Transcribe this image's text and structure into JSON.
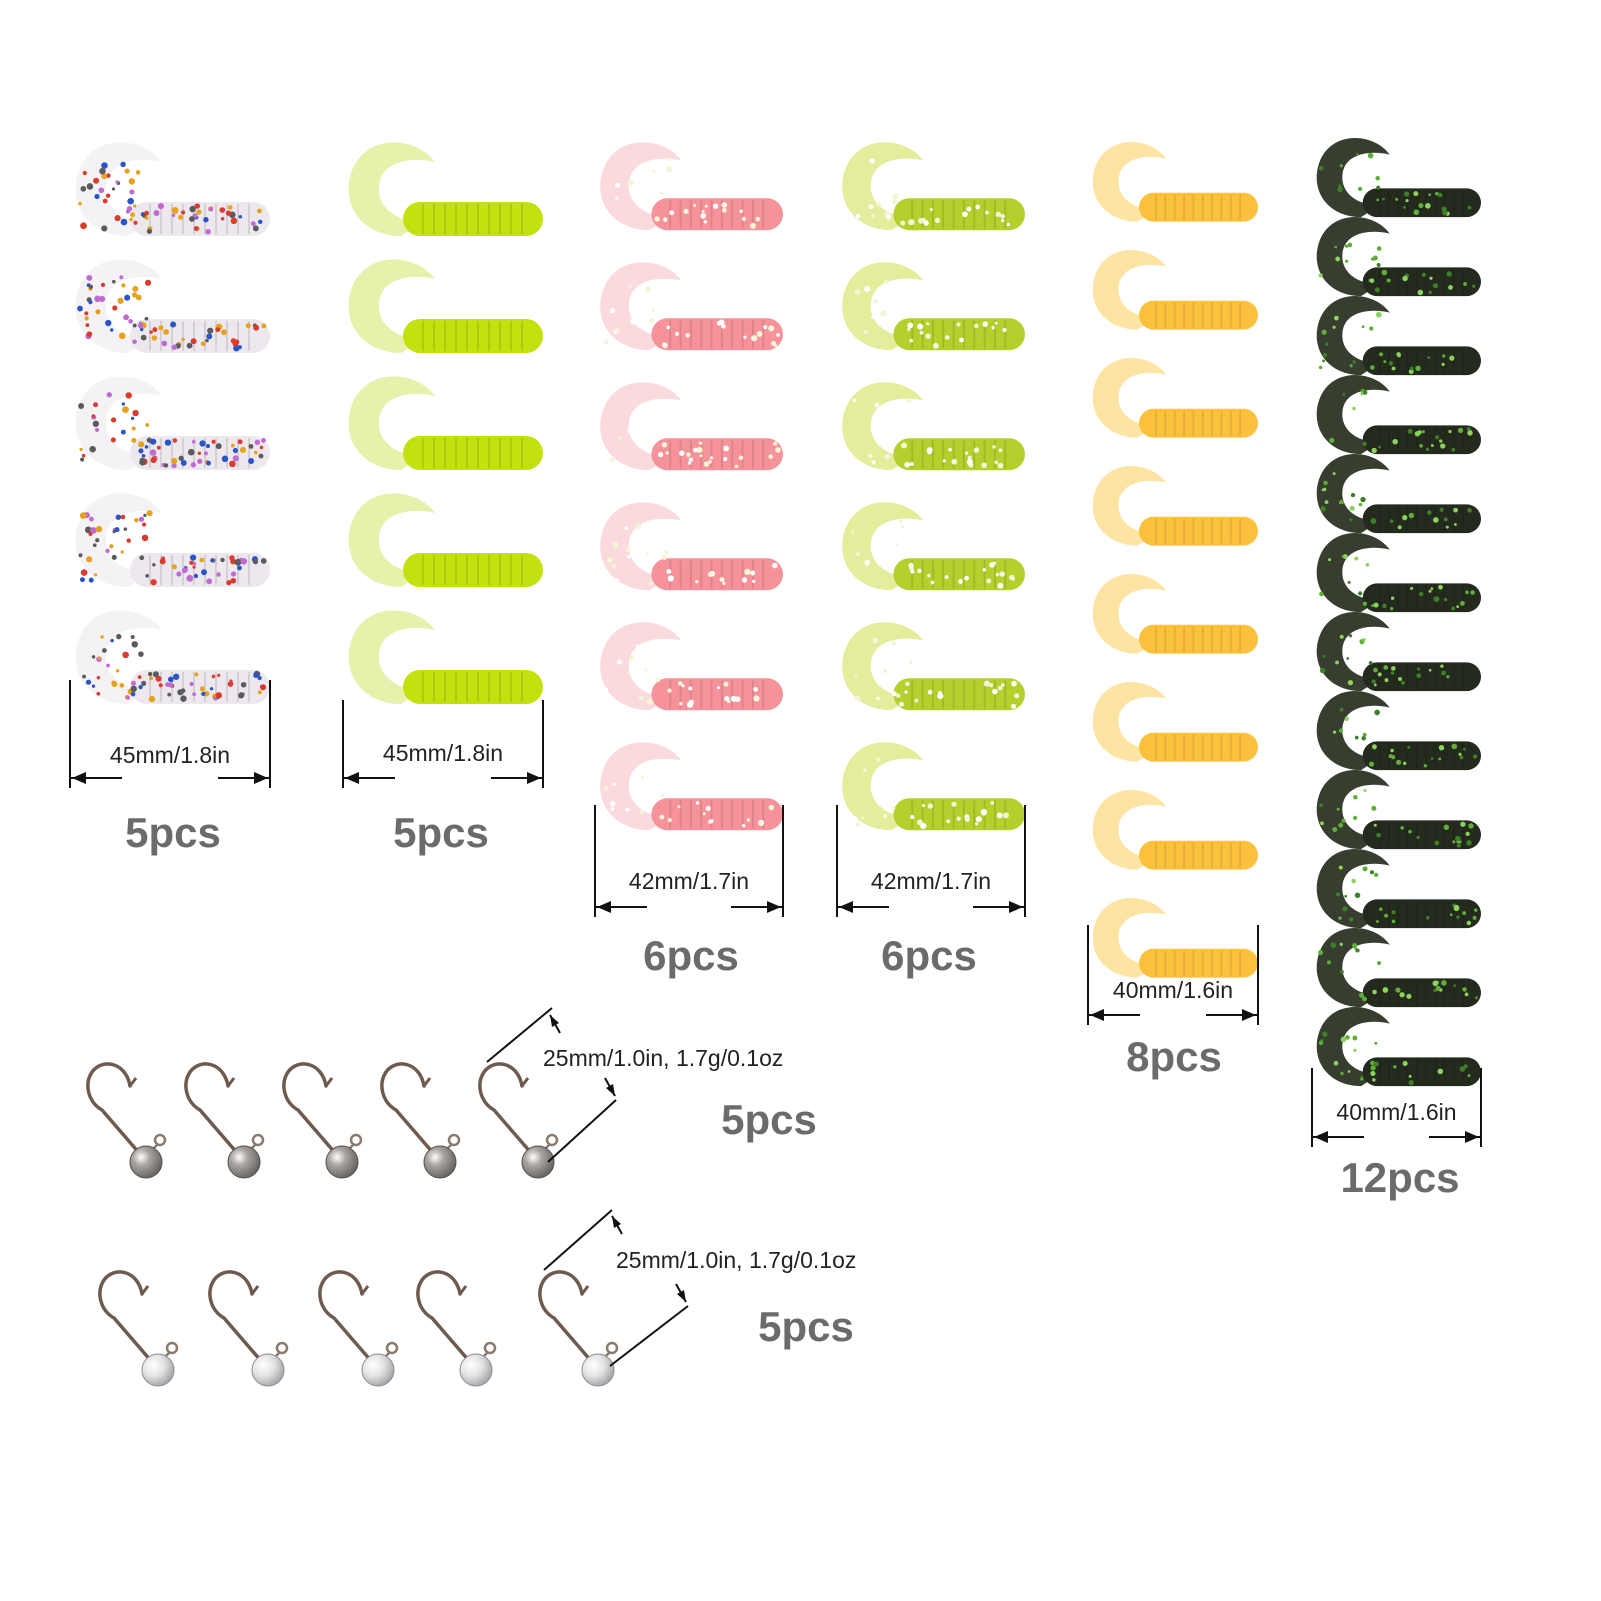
{
  "groups": [
    {
      "id": "clear-confetti",
      "count_label": "5pcs",
      "size_label": "45mm/1.8in",
      "pieces": 5,
      "body_color": "#ece8ee",
      "tail_color": "#f4f1f6",
      "speckle": "confetti"
    },
    {
      "id": "chartreuse",
      "count_label": "5pcs",
      "size_label": "45mm/1.8in",
      "pieces": 5,
      "body_color": "#c2e10f",
      "tail_color": "#e6f0a8",
      "speckle": "none"
    },
    {
      "id": "pink-orange",
      "count_label": "6pcs",
      "size_label": "42mm/1.7in",
      "pieces": 6,
      "body_color": "#f6929a",
      "tail_color": "#fbd8dc",
      "speckle": "glitter"
    },
    {
      "id": "lime-glitter",
      "count_label": "6pcs",
      "size_label": "42mm/1.7in",
      "pieces": 6,
      "body_color": "#b5cf2c",
      "tail_color": "#e3ec97",
      "speckle": "glitter"
    },
    {
      "id": "yellow",
      "count_label": "8pcs",
      "size_label": "40mm/1.6in",
      "pieces": 8,
      "body_color": "#fbc13d",
      "tail_color": "#fde39e",
      "speckle": "none"
    },
    {
      "id": "black-green-flake",
      "count_label": "12pcs",
      "size_label": "40mm/1.6in",
      "pieces": 12,
      "body_color": "#242a1e",
      "tail_color": "#2c3324",
      "speckle": "green"
    }
  ],
  "jig_rows": [
    {
      "id": "jig-row-dark",
      "count_label": "5pcs",
      "size_label": "25mm/1.0in, 1.7g/0.1oz",
      "pieces": 5,
      "head_color": "#8a8684"
    },
    {
      "id": "jig-row-silver",
      "count_label": "5pcs",
      "size_label": "25mm/1.0in, 1.7g/0.1oz",
      "pieces": 5,
      "head_color": "#d6d6d8"
    }
  ]
}
